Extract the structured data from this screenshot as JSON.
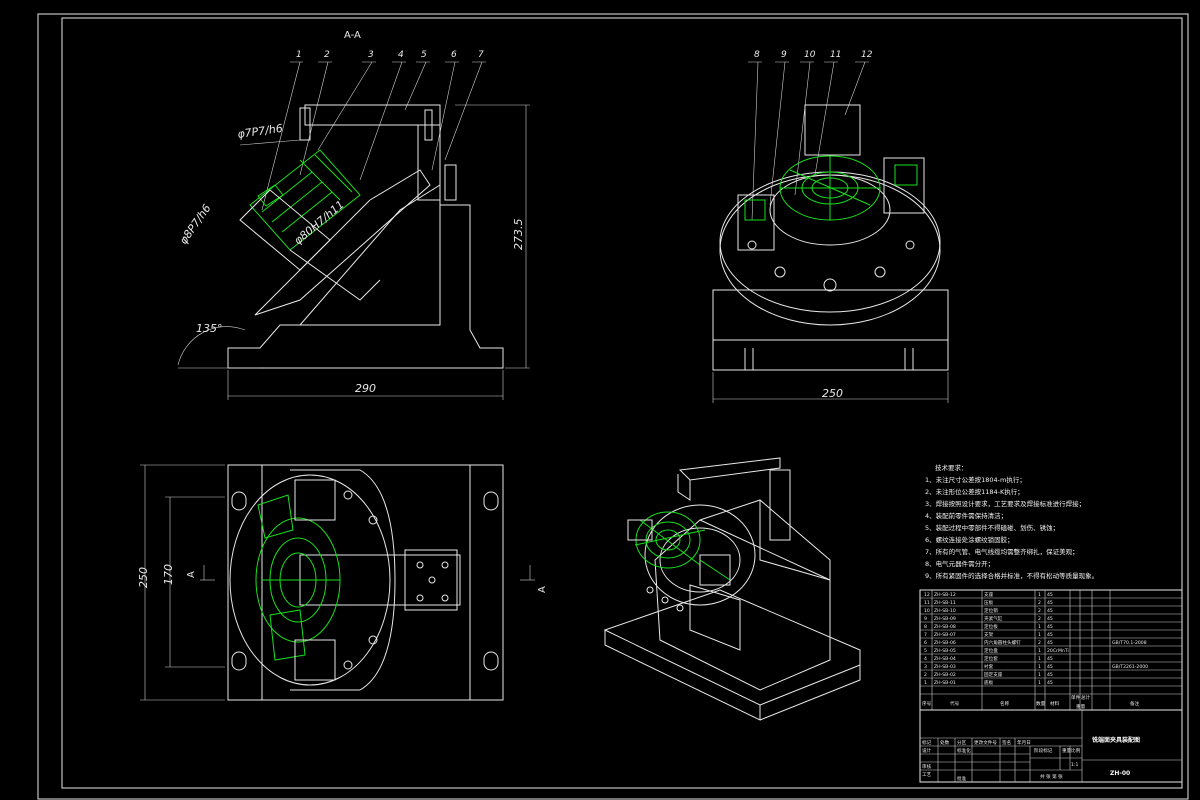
{
  "section_label": "A-A",
  "part_numbers_section": [
    "1",
    "2",
    "3",
    "4",
    "5",
    "6",
    "7"
  ],
  "part_numbers_side": [
    "8",
    "9",
    "10",
    "11",
    "12"
  ],
  "fits": {
    "fit1": "φ7P7/h6",
    "fit2": "φ8P7/h6",
    "fit3": "φ80H7/h11"
  },
  "dimensions": {
    "angle": "135°",
    "width_290": "290",
    "height_273": "273.5",
    "width_250_side": "250",
    "height_250_top": "250",
    "height_170_top": "170"
  },
  "section_markers": {
    "left": "A",
    "right": "A"
  },
  "tech_notes": {
    "title": "技术要求：",
    "items": [
      "1、未注尺寸公差按1804-m执行；",
      "2、未注形位公差按1184-K执行；",
      "3、焊接按照设计要求，工艺要求及焊接标准进行焊接；",
      "4、装配前零件需保持清洁；",
      "5、装配过程中零部件不得磕碰、划伤、锈蚀；",
      "6、螺纹连接处涂螺纹锁固胶；",
      "7、所有的气管、电气线缆均需整齐绑扎，保证美观；",
      "8、电气元器件需分开；",
      "9、所有紧固件的选择合格并标准，不得有松动等质量现象。"
    ]
  },
  "bom_rows": [
    {
      "no": "12",
      "code": "ZH-SB-12",
      "name": "支座",
      "qty": "1",
      "mat": "45",
      "note": ""
    },
    {
      "no": "11",
      "code": "ZH-SB-11",
      "name": "压板",
      "qty": "2",
      "mat": "45",
      "note": ""
    },
    {
      "no": "10",
      "code": "ZH-SB-10",
      "name": "定位销",
      "qty": "2",
      "mat": "45",
      "note": ""
    },
    {
      "no": "9",
      "code": "ZH-SB-09",
      "name": "夹紧气缸",
      "qty": "2",
      "mat": "45",
      "note": ""
    },
    {
      "no": "8",
      "code": "ZH-SB-08",
      "name": "定位板",
      "qty": "1",
      "mat": "45",
      "note": ""
    },
    {
      "no": "7",
      "code": "ZH-SB-07",
      "name": "支架",
      "qty": "1",
      "mat": "45",
      "note": ""
    },
    {
      "no": "6",
      "code": "ZH-SB-06",
      "name": "内六角圆柱头螺钉",
      "qty": "2",
      "mat": "45",
      "note": "GB/T70.1-2008"
    },
    {
      "no": "5",
      "code": "ZH-SB-05",
      "name": "定位盘",
      "qty": "1",
      "mat": "20CrMnTi",
      "note": ""
    },
    {
      "no": "4",
      "code": "ZH-SB-04",
      "name": "定位套",
      "qty": "1",
      "mat": "45",
      "note": ""
    },
    {
      "no": "3",
      "code": "ZH-SB-03",
      "name": "衬套",
      "qty": "1",
      "mat": "45",
      "note": "GB/T2261-2000"
    },
    {
      "no": "2",
      "code": "ZH-SB-02",
      "name": "固定支座",
      "qty": "1",
      "mat": "45",
      "note": ""
    },
    {
      "no": "1",
      "code": "ZH-SB-01",
      "name": "底板",
      "qty": "1",
      "mat": "45",
      "note": ""
    }
  ],
  "bom_header": {
    "no": "序号",
    "code": "代号",
    "name": "名称",
    "qty": "数量",
    "mat": "材料",
    "unit_w": "单件",
    "total_w": "总计",
    "weight": "重量",
    "note": "备注"
  },
  "title_block": {
    "drawing_title": "铣端面夹具装配图",
    "drawing_no": "ZH-00",
    "scale": "1:1",
    "row_labels": [
      "标记",
      "处数",
      "分区",
      "更改文件号",
      "签名",
      "年月日"
    ],
    "sign_labels": [
      "设计",
      "审核",
      "工艺",
      "批准"
    ],
    "std": "标准化",
    "stage": "阶段标记",
    "weight": "重量",
    "scale_label": "比例",
    "sheets": "共 张 第 张"
  }
}
